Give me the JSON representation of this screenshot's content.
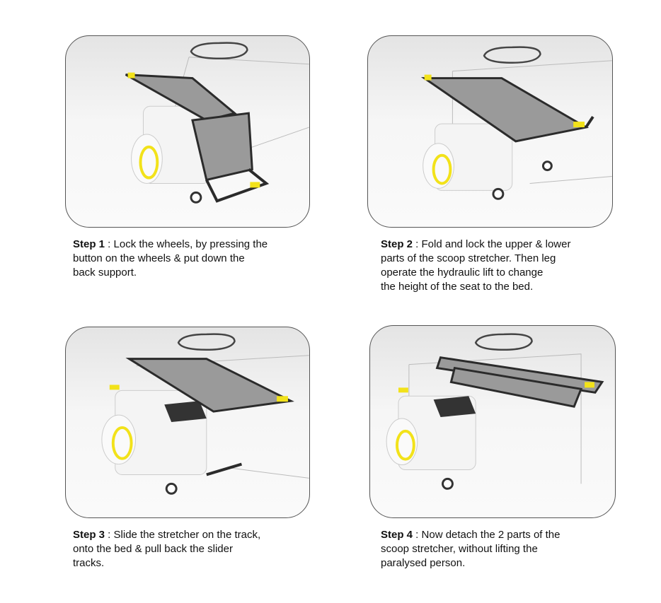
{
  "steps": [
    {
      "label": "Step 1",
      "lines": [
        " : Lock the wheels, by pressing the",
        "button on the wheels & put down the",
        "back support."
      ]
    },
    {
      "label": "Step 2",
      "lines": [
        " : Fold and lock the upper & lower",
        "parts of the scoop stretcher. Then leg",
        "operate the hydraulic lift to change",
        "the height of the seat to the bed."
      ]
    },
    {
      "label": "Step 3",
      "lines": [
        " : Slide the stretcher on the track,",
        "onto the bed & pull back the slider",
        "tracks."
      ]
    },
    {
      "label": "Step 4",
      "lines": [
        " : Now detach the 2 parts of the",
        "scoop stretcher, without lifting the",
        "paralysed person."
      ]
    }
  ],
  "colors": {
    "accent": "#f2e21a",
    "frame": "#2b2b2b",
    "fabric": "#9a9a9a",
    "body": "#f4f4f4"
  }
}
